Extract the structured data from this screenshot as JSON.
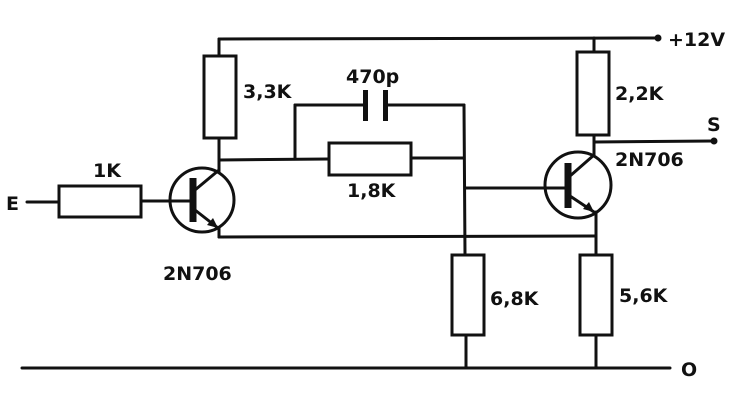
{
  "terminals": {
    "input": "E",
    "output": "S",
    "supply": "+12V",
    "ground": "O"
  },
  "components": {
    "r_input": "1K",
    "r_collector1": "3,3K",
    "capacitor": "470p",
    "r_feedback": "1,8K",
    "r_collector2": "2,2K",
    "r_base2": "6,8K",
    "r_emitter": "5,6K",
    "transistor1": "2N706",
    "transistor2": "2N706"
  }
}
